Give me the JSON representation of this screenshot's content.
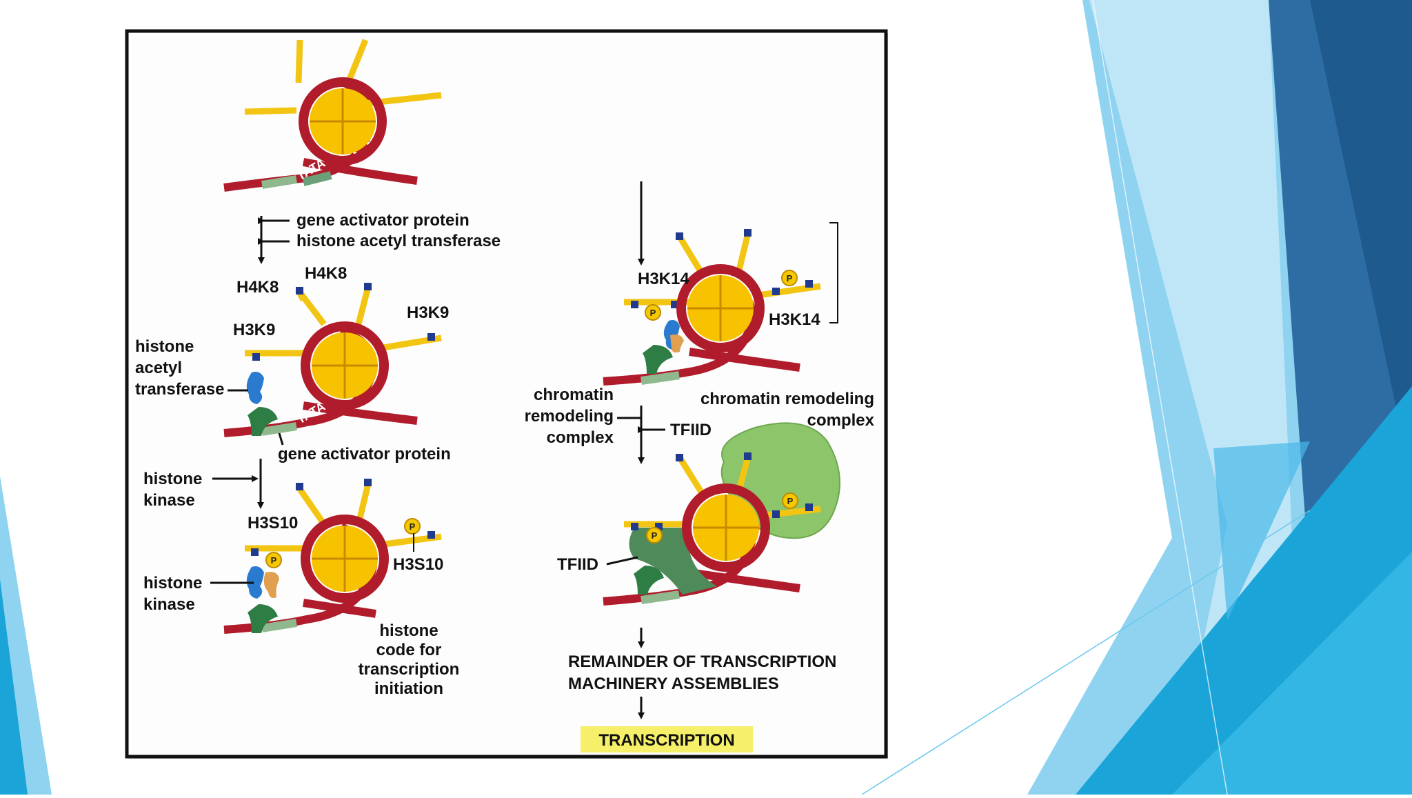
{
  "diagram": {
    "steps": [
      {
        "tata": "TATA"
      },
      {
        "arrow_labels": [
          "gene activator protein",
          "histone acetyl transferase"
        ],
        "mark_labels": [
          "H4K8",
          "H4K8",
          "H3K9",
          "H3K9"
        ],
        "side_label_lines": [
          "histone",
          "acetyl",
          "transferase"
        ],
        "bottom_label": "gene activator protein",
        "tata": "TATA"
      },
      {
        "arrow_label_lines": [
          "histone",
          "kinase"
        ],
        "mark_labels": [
          "H3S10",
          "H3S10"
        ],
        "side_label_lines": [
          "histone",
          "kinase"
        ],
        "code_label_lines": [
          "histone",
          "code for",
          "transcription",
          "initiation"
        ],
        "phospho": "P"
      },
      {
        "mark_labels": [
          "H3K14",
          "H3K14"
        ],
        "phospho": "P"
      },
      {
        "left_label_lines": [
          "chromatin",
          "remodeling",
          "complex"
        ],
        "arrow_label": "TFIID",
        "right_label_lines": [
          "chromatin remodeling",
          "complex"
        ]
      },
      {
        "tfiid_label": "TFIID",
        "phospho": "P"
      }
    ],
    "final_label_lines": [
      "REMAINDER OF TRANSCRIPTION",
      "MACHINERY ASSEMBLIES"
    ],
    "result_label": "TRANSCRIPTION"
  },
  "colors": {
    "dna_red": "#b01c2b",
    "histone_yellow": "#f7c200",
    "tail_yellow": "#f2c512",
    "mark_blue": "#1f3a8f",
    "activator_green": "#2e7d45",
    "remodeler_green": "#8cc56a",
    "kinase_tan": "#e0a050",
    "acetyltransferase_blue": "#2a7ad0",
    "highlight_yellow": "#f5ef6a",
    "bg_light_blue": "#8fd3f0",
    "bg_dark_blue": "#2d6da3"
  }
}
